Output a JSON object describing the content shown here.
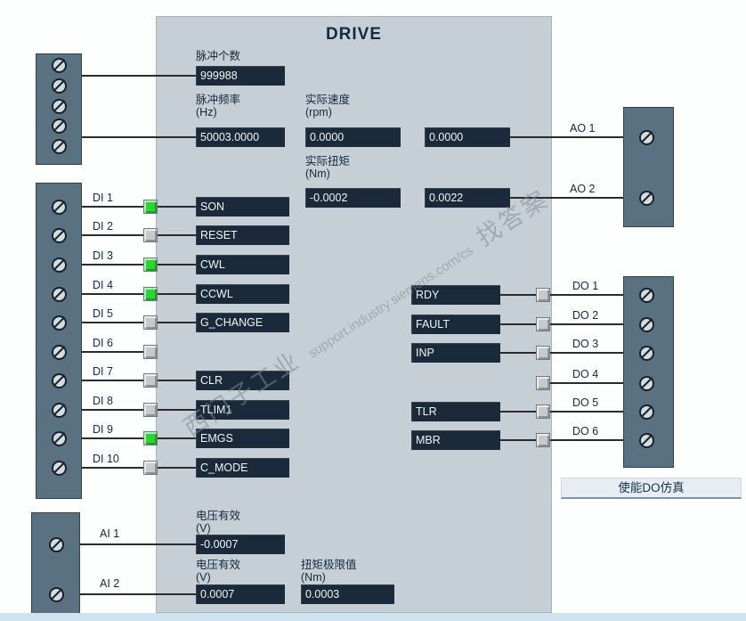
{
  "title": "DRIVE",
  "pulse_count": {
    "label": "脉冲个数",
    "value": "999988"
  },
  "pulse_freq": {
    "label": "脉冲频率",
    "unit": "(Hz)",
    "value": "50003.0000"
  },
  "actual_speed": {
    "label": "实际速度",
    "unit": "(rpm)",
    "value": "0.0000",
    "output_value": "0.0000",
    "port": "AO 1"
  },
  "actual_torque": {
    "label": "实际扭矩",
    "unit": "(Nm)",
    "value": "-0.0002",
    "output_value": "0.0022",
    "port": "AO 2"
  },
  "digital_inputs": [
    {
      "port": "DI 1",
      "signal": "SON",
      "state": "on"
    },
    {
      "port": "DI 2",
      "signal": "RESET",
      "state": "off"
    },
    {
      "port": "DI 3",
      "signal": "CWL",
      "state": "on"
    },
    {
      "port": "DI 4",
      "signal": "CCWL",
      "state": "on"
    },
    {
      "port": "DI 5",
      "signal": "G_CHANGE",
      "state": "off"
    },
    {
      "port": "DI 6",
      "signal": "",
      "state": "off"
    },
    {
      "port": "DI 7",
      "signal": "CLR",
      "state": "off"
    },
    {
      "port": "DI 8",
      "signal": "TLIM1",
      "state": "off"
    },
    {
      "port": "DI 9",
      "signal": "EMGS",
      "state": "on"
    },
    {
      "port": "DI 10",
      "signal": "C_MODE",
      "state": "off"
    }
  ],
  "digital_outputs": [
    {
      "port": "DO 1",
      "signal": "RDY",
      "state": "off"
    },
    {
      "port": "DO 2",
      "signal": "FAULT",
      "state": "off"
    },
    {
      "port": "DO 3",
      "signal": "INP",
      "state": "off"
    },
    {
      "port": "DO 4",
      "signal": "",
      "state": "off"
    },
    {
      "port": "DO 5",
      "signal": "TLR",
      "state": "off"
    },
    {
      "port": "DO 6",
      "signal": "MBR",
      "state": "off"
    }
  ],
  "analog_input_1": {
    "port": "AI 1",
    "label": "电压有效",
    "unit": "(V)",
    "value": "-0.0007"
  },
  "analog_input_2": {
    "port": "AI 2",
    "label": "电压有效",
    "unit": "(V)",
    "value": "0.0007"
  },
  "torque_limit": {
    "label": "扭矩极限值",
    "unit": "(Nm)",
    "value": "0.0003"
  },
  "do_sim_button": {
    "label": "使能DO仿真"
  },
  "watermark": {
    "cn_left": "西门子工业",
    "url": "support.industry.siemens.com/cs",
    "cn_right": "找答案"
  },
  "colors": {
    "drive_bg": "#c6cfd6",
    "terminal_block": "#5a7182",
    "value_box": "#1b2a3a",
    "led_on": "#2ed336",
    "led_off": "#c9c9c9",
    "bottom_bar": "#cfe3f0"
  }
}
